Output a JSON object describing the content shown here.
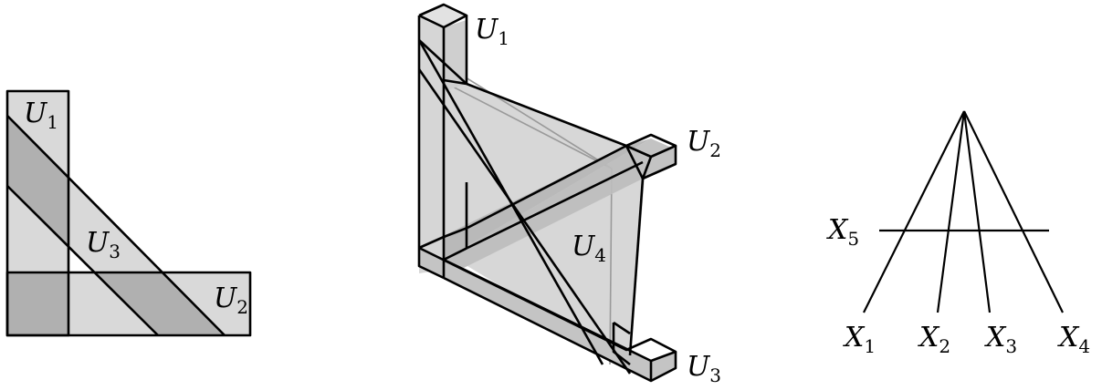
{
  "colors": {
    "light_fill": "#d9d9d9",
    "dark_fill": "#b0b0b0",
    "face_fill": "#cfcfcf",
    "translucent_fill": "#c8c8c8",
    "stroke": "#000000",
    "hidden_stroke": "#9a9a9a"
  },
  "panel_left": {
    "labels": [
      {
        "letter": "U",
        "index": "1"
      },
      {
        "letter": "U",
        "index": "3"
      },
      {
        "letter": "U",
        "index": "2"
      }
    ]
  },
  "panel_middle": {
    "labels": [
      {
        "letter": "U",
        "index": "1"
      },
      {
        "letter": "U",
        "index": "2"
      },
      {
        "letter": "U",
        "index": "4"
      },
      {
        "letter": "U",
        "index": "3"
      }
    ]
  },
  "panel_right": {
    "labels": [
      {
        "letter": "X",
        "index": "5"
      },
      {
        "letter": "X",
        "index": "1"
      },
      {
        "letter": "X",
        "index": "2"
      },
      {
        "letter": "X",
        "index": "3"
      },
      {
        "letter": "X",
        "index": "4"
      }
    ]
  }
}
